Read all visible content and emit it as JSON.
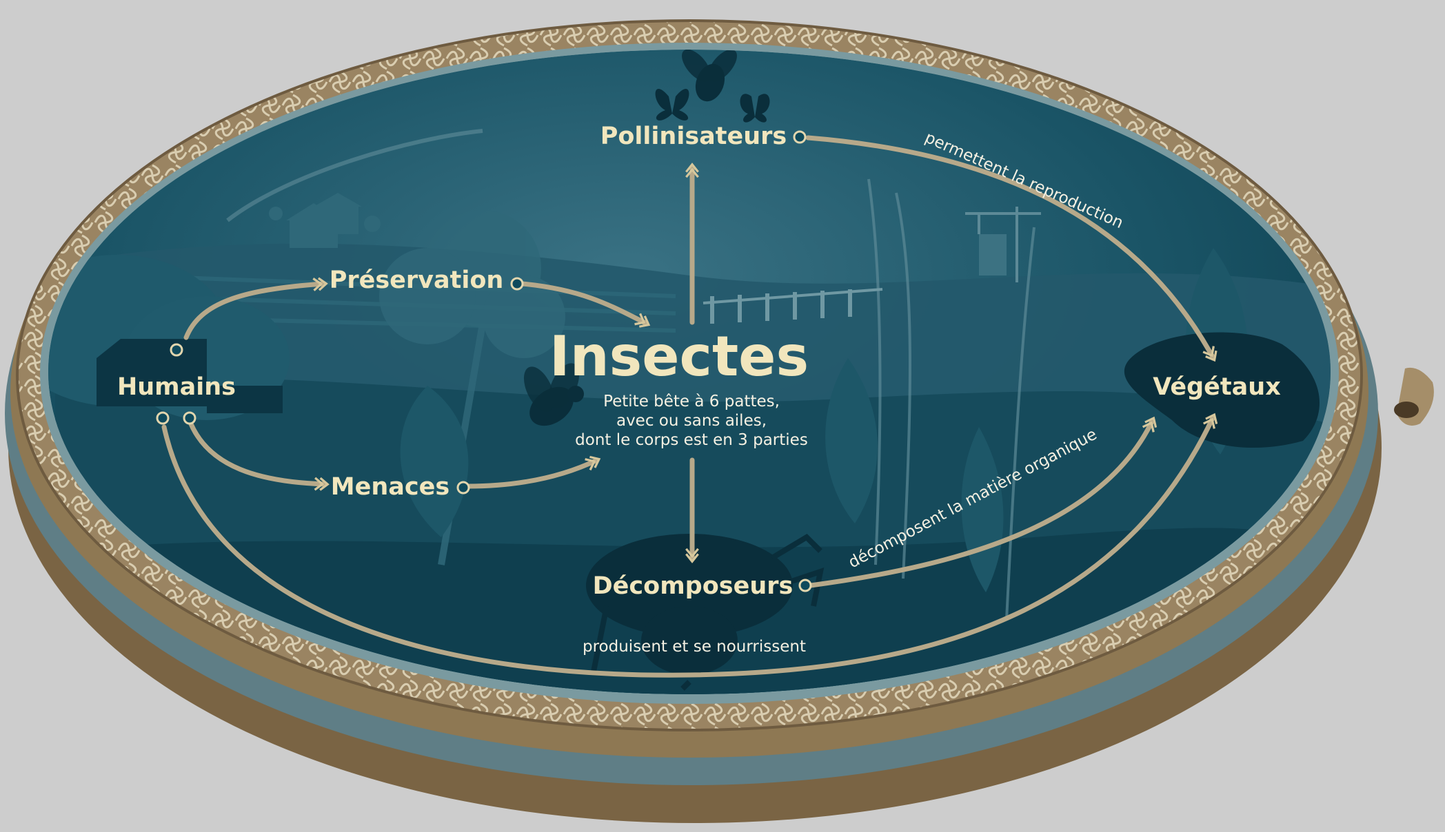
{
  "colors": {
    "background": "#cdcdcd",
    "rim": "#9a8462",
    "rim_dark": "#6e5b40",
    "pattern": "#d9cdb0",
    "inner": "#0f4a5c",
    "inner_light": "#2c6477",
    "silhouette": "#0a2e3b",
    "arrow": "#b7a98a",
    "label": "#f1e6bd",
    "text": "#f4f0e2"
  },
  "center": {
    "title": "Insectes",
    "description_lines": [
      "Petite bête à 6 pattes,",
      "avec ou sans ailes,",
      "dont le corps est en 3 parties"
    ]
  },
  "nodes": {
    "humains": "Humains",
    "preservation": "Préservation",
    "menaces": "Menaces",
    "pollinisateurs": "Pollinisateurs",
    "decomposeurs": "Décomposeurs",
    "vegetaux": "Végétaux"
  },
  "edge_labels": {
    "reproduction": "permettent la reproduction",
    "decomposition": "décomposent la matière organique",
    "nourrissent": "produisent et se nourrissent"
  },
  "icons": [
    "house-icon",
    "bee-icon",
    "butterfly-icon",
    "beetle-icon",
    "crane-icon",
    "leaf-icon"
  ]
}
